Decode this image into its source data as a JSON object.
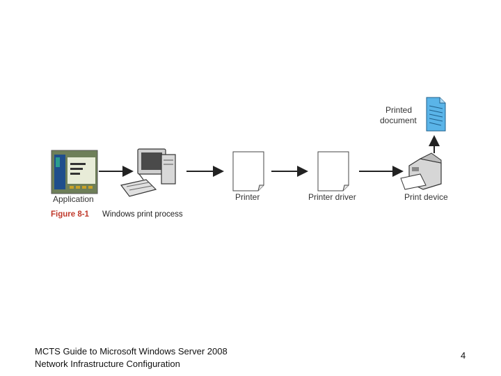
{
  "diagram": {
    "nodes": [
      {
        "id": "application",
        "label": "Application",
        "icon": "application-window-icon"
      },
      {
        "id": "computer",
        "label": "",
        "icon": "computer-icon"
      },
      {
        "id": "printer",
        "label": "Printer",
        "icon": "document-page-icon"
      },
      {
        "id": "printer-driver",
        "label": "Printer driver",
        "icon": "document-page-icon"
      },
      {
        "id": "print-device",
        "label": "Print device",
        "icon": "printer-device-icon"
      },
      {
        "id": "printed-document",
        "label_line1": "Printed",
        "label_line2": "document",
        "icon": "printed-document-icon",
        "color": "#5ab4e8"
      }
    ],
    "edges": [
      {
        "from": "computer",
        "to": "printer"
      },
      {
        "from": "printer",
        "to": "printer-driver"
      },
      {
        "from": "printer-driver",
        "to": "print-device"
      },
      {
        "from": "print-device",
        "to": "printed-document"
      }
    ]
  },
  "caption": {
    "number": "Figure 8-1",
    "text": "Windows print process",
    "number_color": "#c0392b"
  },
  "footer": {
    "line1": "MCTS Guide to Microsoft Windows Server 2008",
    "line2": "Network Infrastructure Configuration",
    "page_number": "4"
  }
}
